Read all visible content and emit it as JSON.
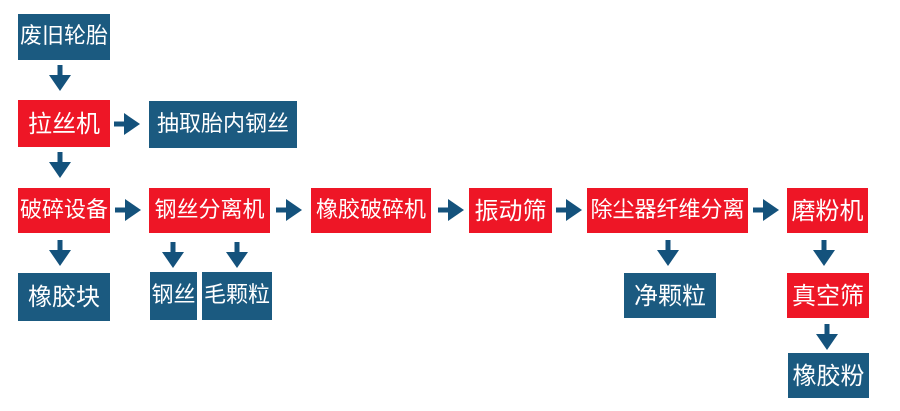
{
  "diagram": {
    "type": "flowchart",
    "subject": "waste-tire-recycling-process",
    "language": "zh-CN",
    "colors": {
      "process_box": "#ee1626",
      "material_box": "#1b5a80",
      "arrow": "#14527c",
      "text": "#ffffff",
      "background": "#ffffff"
    },
    "nodes": [
      {
        "id": "waste-tires",
        "label": "废旧轮胎",
        "color": "blue"
      },
      {
        "id": "wire-drawing-machine",
        "label": "拉丝机",
        "color": "red"
      },
      {
        "id": "extract-inner-steel-wire",
        "label": "抽取胎内钢丝",
        "color": "blue"
      },
      {
        "id": "crushing-equipment",
        "label": "破碎设备",
        "color": "red"
      },
      {
        "id": "steel-wire-separator",
        "label": "钢丝分离机",
        "color": "red"
      },
      {
        "id": "rubber-crusher",
        "label": "橡胶破碎机",
        "color": "red"
      },
      {
        "id": "vibrating-screen",
        "label": "振动筛",
        "color": "red"
      },
      {
        "id": "dust-collector-fiber-separation",
        "label": "除尘器纤维分离",
        "color": "red"
      },
      {
        "id": "grinding-machine",
        "label": "磨粉机",
        "color": "red"
      },
      {
        "id": "rubber-block",
        "label": "橡胶块",
        "color": "blue"
      },
      {
        "id": "steel-wire",
        "label": "钢丝",
        "color": "blue"
      },
      {
        "id": "fluff-particles",
        "label": "毛颗粒",
        "color": "blue"
      },
      {
        "id": "clean-particles",
        "label": "净颗粒",
        "color": "blue"
      },
      {
        "id": "vacuum-screen",
        "label": "真空筛",
        "color": "red"
      },
      {
        "id": "rubber-powder",
        "label": "橡胶粉",
        "color": "blue"
      }
    ],
    "edges": [
      {
        "from": "waste-tires",
        "to": "wire-drawing-machine",
        "direction": "down"
      },
      {
        "from": "wire-drawing-machine",
        "to": "extract-inner-steel-wire",
        "direction": "right"
      },
      {
        "from": "wire-drawing-machine",
        "to": "crushing-equipment",
        "direction": "down"
      },
      {
        "from": "crushing-equipment",
        "to": "steel-wire-separator",
        "direction": "right"
      },
      {
        "from": "crushing-equipment",
        "to": "rubber-block",
        "direction": "down"
      },
      {
        "from": "steel-wire-separator",
        "to": "rubber-crusher",
        "direction": "right"
      },
      {
        "from": "steel-wire-separator",
        "to": "steel-wire",
        "direction": "down"
      },
      {
        "from": "steel-wire-separator",
        "to": "fluff-particles",
        "direction": "down"
      },
      {
        "from": "rubber-crusher",
        "to": "vibrating-screen",
        "direction": "right"
      },
      {
        "from": "vibrating-screen",
        "to": "dust-collector-fiber-separation",
        "direction": "right"
      },
      {
        "from": "dust-collector-fiber-separation",
        "to": "grinding-machine",
        "direction": "right"
      },
      {
        "from": "dust-collector-fiber-separation",
        "to": "clean-particles",
        "direction": "down"
      },
      {
        "from": "grinding-machine",
        "to": "vacuum-screen",
        "direction": "down"
      },
      {
        "from": "vacuum-screen",
        "to": "rubber-powder",
        "direction": "down"
      }
    ]
  }
}
